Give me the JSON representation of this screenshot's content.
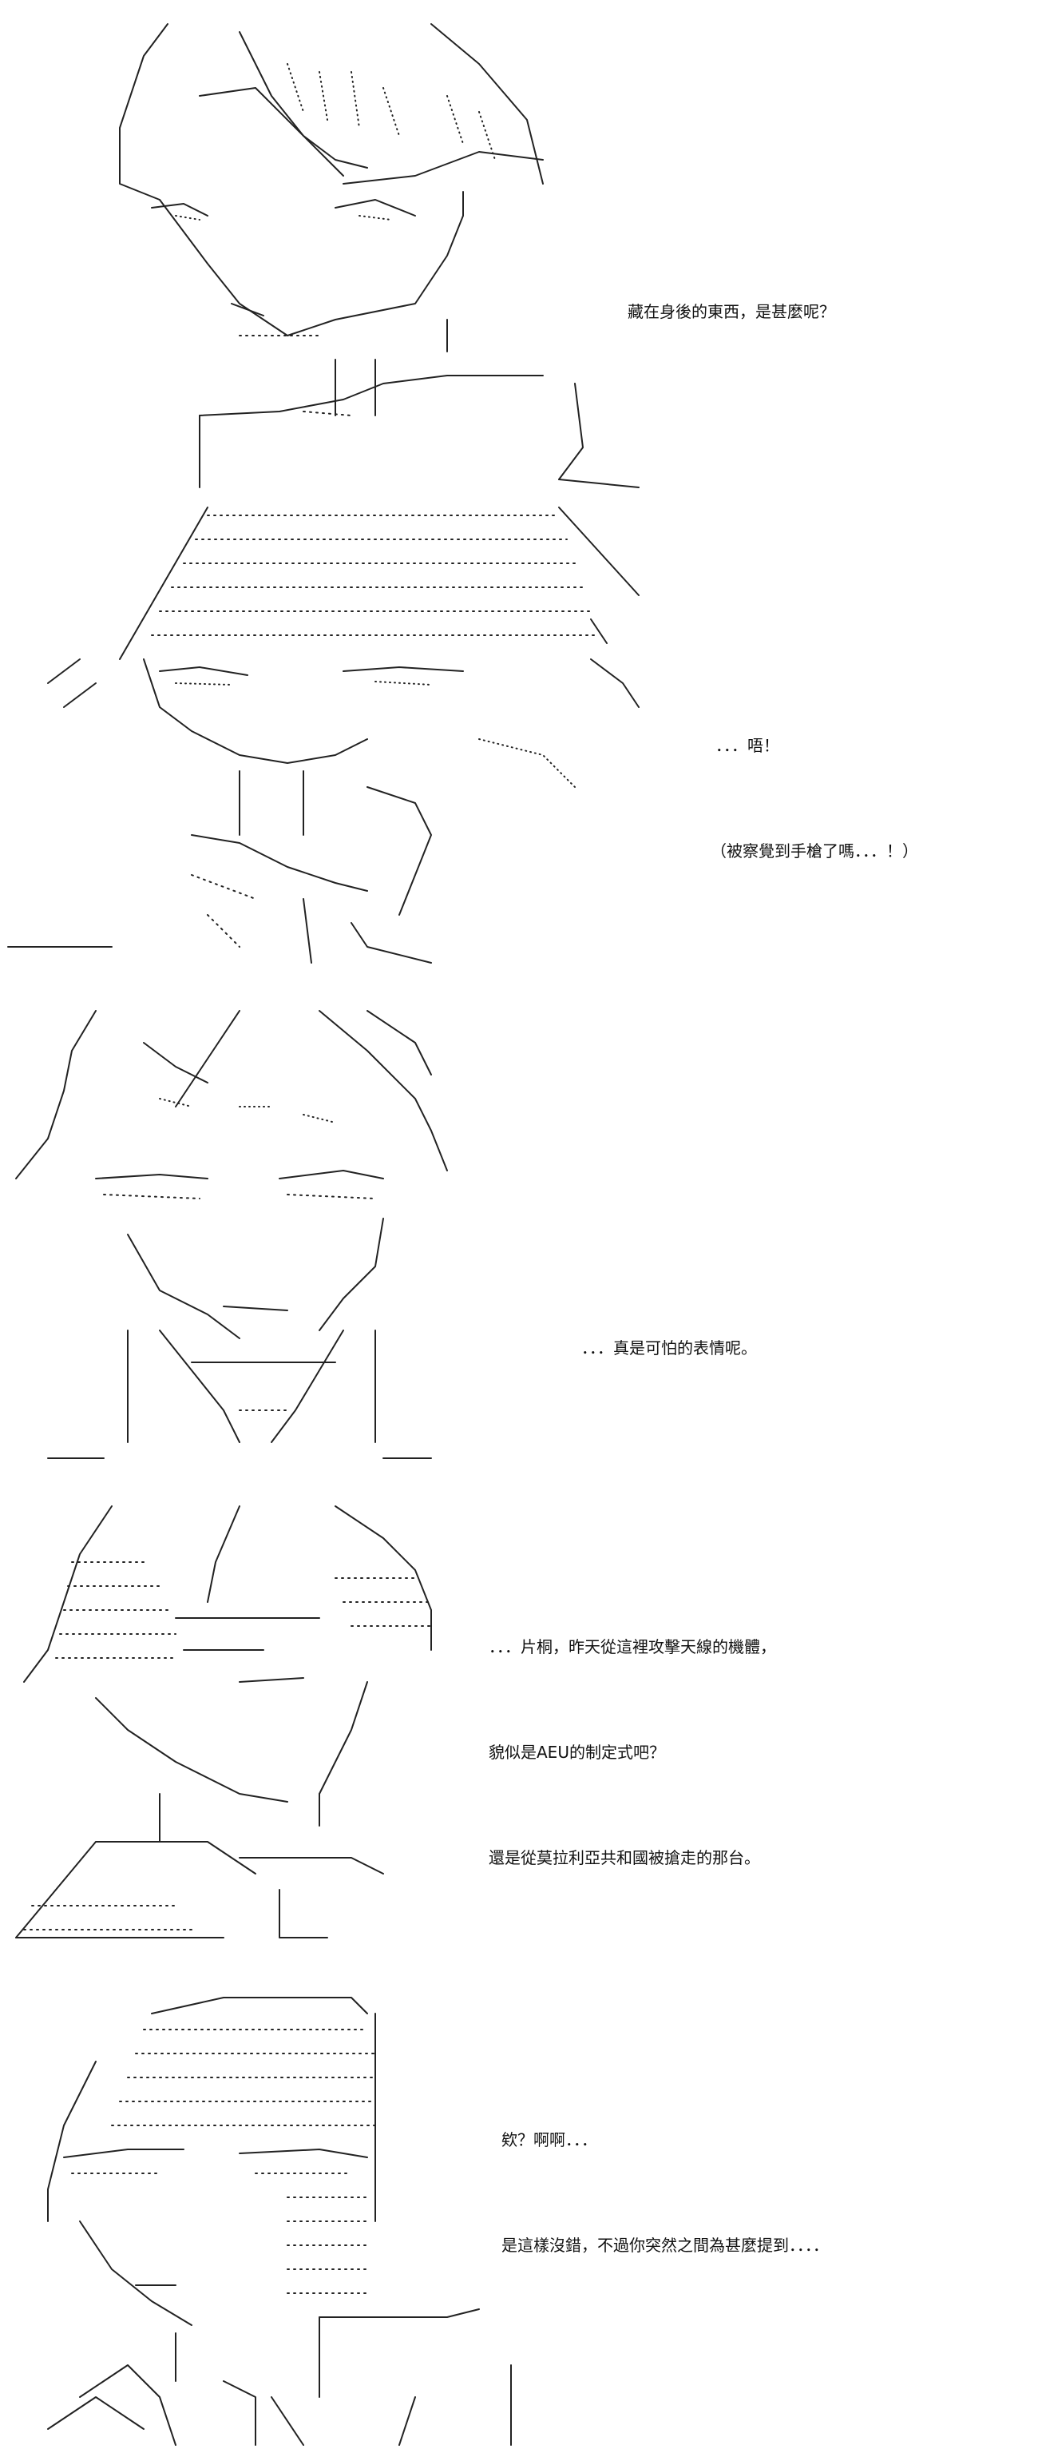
{
  "panels": [
    {
      "lines": [
        "藏在身後的東西，是甚麼呢？"
      ]
    },
    {
      "lines": [
        "．．．唔！",
        "（被察覺到手槍了嗎．．．！）"
      ]
    },
    {
      "lines": [
        "．．．真是可怕的表情呢。"
      ]
    },
    {
      "lines": [
        "．．．片桐，昨天從這裡攻擊天線的機體，",
        "貌似是AEU的制定式吧？",
        "還是從莫拉利亞共和國被搶走的那台。"
      ]
    },
    {
      "lines": [
        "欸？啊啊．．．",
        "是這樣沒錯，不過你突然之間為甚麼提到．．．．"
      ]
    }
  ]
}
